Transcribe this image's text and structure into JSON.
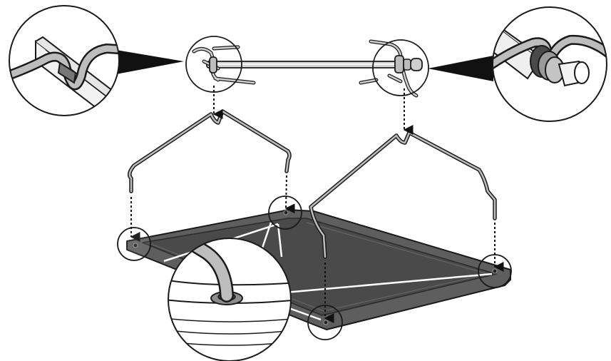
{
  "figure": {
    "kind": "assembly-illustration",
    "text_labels": [],
    "colors": {
      "background": "#ffffff",
      "line": "#1a1a1a",
      "tray_fill": "#4a4a4a",
      "tray_rim": "#5e5e5e",
      "wire_fill": "#bdbdbd",
      "rod_fill": "#d8d8d8",
      "callout_wedge": "#111111",
      "guide_arrow": "#111111"
    },
    "parts": [
      {
        "name": "spit-rod",
        "icon": "rotisserie-spit-icon"
      },
      {
        "name": "left-spit-fork",
        "icon": "fork-icon"
      },
      {
        "name": "right-spit-fork",
        "icon": "fork-icon"
      },
      {
        "name": "left-wire-hanger",
        "icon": "wire-hanger-icon"
      },
      {
        "name": "right-wire-hanger",
        "icon": "wire-hanger-icon"
      },
      {
        "name": "drip-tray",
        "icon": "tray-icon"
      }
    ],
    "callouts": [
      {
        "name": "left-fork-detail",
        "icon": "magnifier-circle-icon"
      },
      {
        "name": "right-fork-detail",
        "icon": "magnifier-circle-icon"
      },
      {
        "name": "tray-hole-detail",
        "icon": "magnifier-circle-icon"
      }
    ],
    "guides": [
      {
        "name": "left-hanger-to-spit",
        "icon": "dashed-arrow-down-icon"
      },
      {
        "name": "right-hanger-to-spit",
        "icon": "dashed-arrow-down-icon"
      },
      {
        "name": "left-hanger-left-leg",
        "icon": "dashed-arrow-down-icon"
      },
      {
        "name": "left-hanger-right-leg",
        "icon": "dashed-arrow-down-icon"
      },
      {
        "name": "right-hanger-left-leg",
        "icon": "dashed-arrow-down-icon"
      },
      {
        "name": "right-hanger-right-leg",
        "icon": "dashed-arrow-down-icon"
      }
    ]
  }
}
